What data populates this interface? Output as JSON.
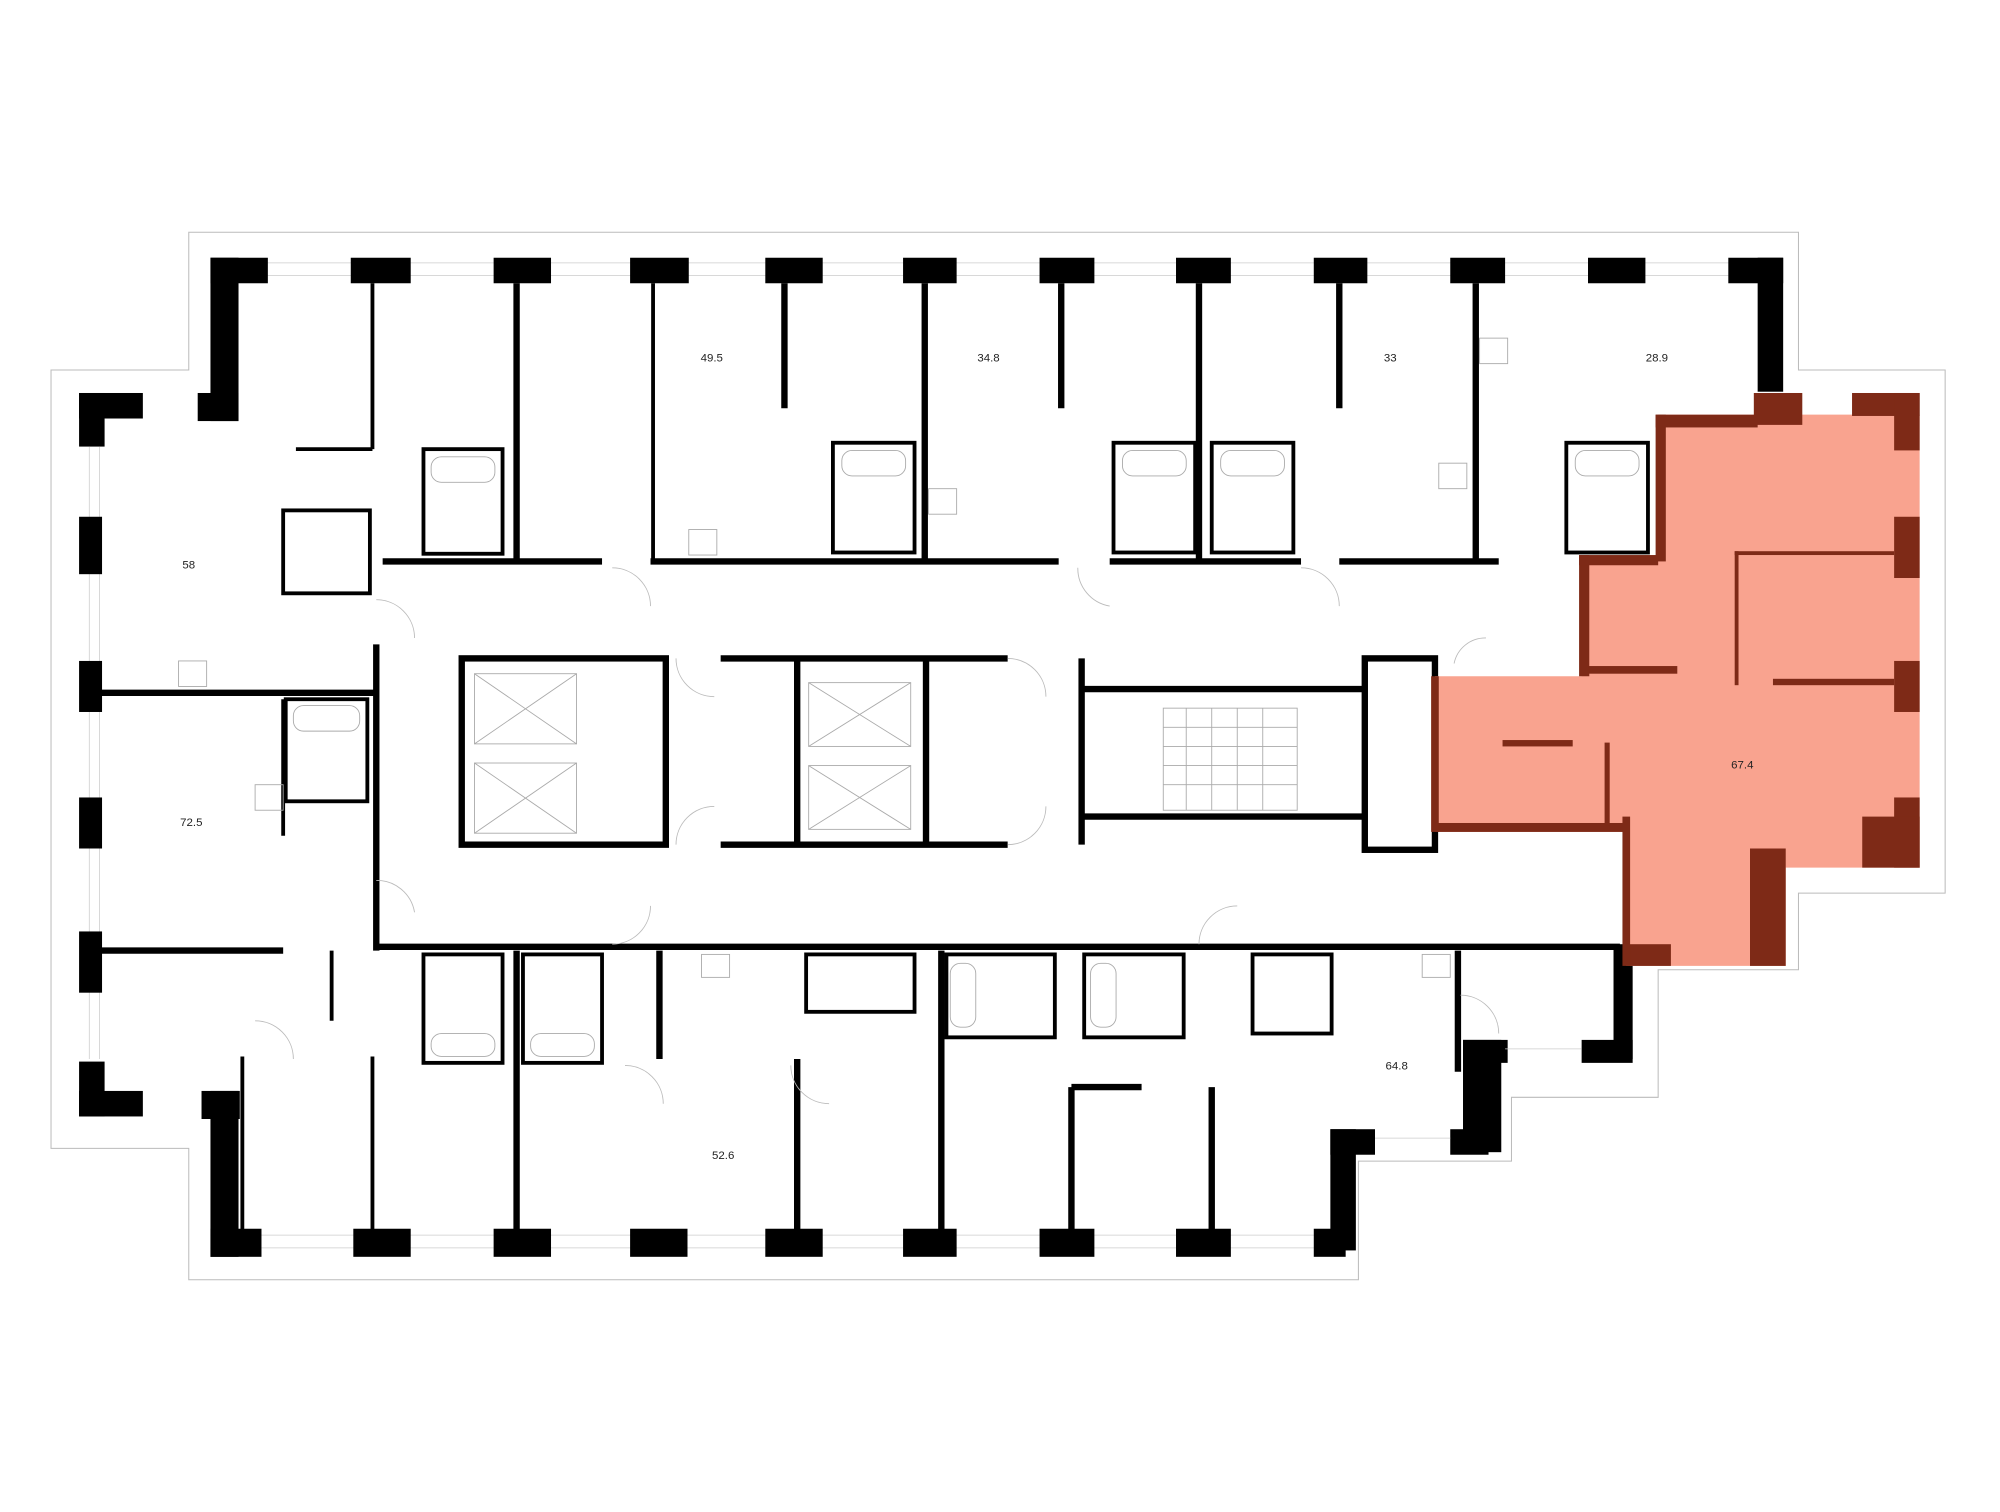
{
  "plan": {
    "highlight_fill": "#F9A38F",
    "highlight_wall": "#7E2A17",
    "wall_color": "#000000",
    "apartments": [
      {
        "id": "apt-58",
        "area": "58"
      },
      {
        "id": "apt-72-5",
        "area": "72.5"
      },
      {
        "id": "apt-49-5",
        "area": "49.5"
      },
      {
        "id": "apt-34-8",
        "area": "34.8"
      },
      {
        "id": "apt-33",
        "area": "33"
      },
      {
        "id": "apt-28-9",
        "area": "28.9"
      },
      {
        "id": "apt-67-4",
        "area": "67.4",
        "selected": true
      },
      {
        "id": "apt-52-6",
        "area": "52.6"
      },
      {
        "id": "apt-64-8",
        "area": "64.8"
      }
    ]
  }
}
